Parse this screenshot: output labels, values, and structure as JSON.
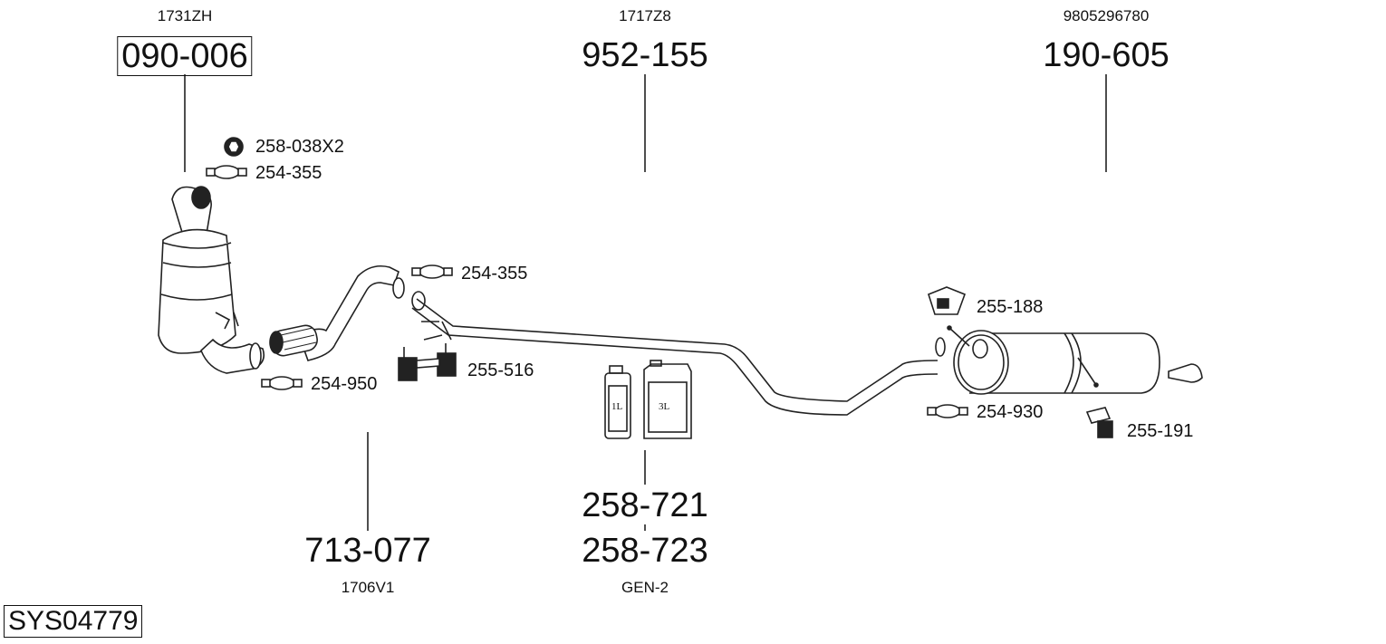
{
  "diagram_id": "SYS04779",
  "groups": [
    {
      "oe_ref": "1731ZH",
      "part_no": "090-006"
    },
    {
      "oe_ref": "1717Z8",
      "part_no": "952-155"
    },
    {
      "oe_ref": "9805296780",
      "part_no": "190-605"
    },
    {
      "oe_ref": "1706V1",
      "part_no": "713-077"
    },
    {
      "oe_ref": "GEN-2",
      "part_no": "258-721",
      "part_no_alt": "258-723"
    }
  ],
  "accessories": [
    {
      "part_no": "258-038X2",
      "icon": "nut-icon"
    },
    {
      "part_no": "254-355",
      "icon": "clamp-icon"
    },
    {
      "part_no": "254-355",
      "icon": "clamp-icon"
    },
    {
      "part_no": "255-516",
      "icon": "rubber-mount-icon"
    },
    {
      "part_no": "254-950",
      "icon": "clamp-icon"
    },
    {
      "part_no": "255-188",
      "icon": "bracket-icon"
    },
    {
      "part_no": "254-930",
      "icon": "clamp-icon"
    },
    {
      "part_no": "255-191",
      "icon": "bracket-icon"
    }
  ],
  "canisters": [
    {
      "label": "1L"
    },
    {
      "label": "3L"
    }
  ]
}
